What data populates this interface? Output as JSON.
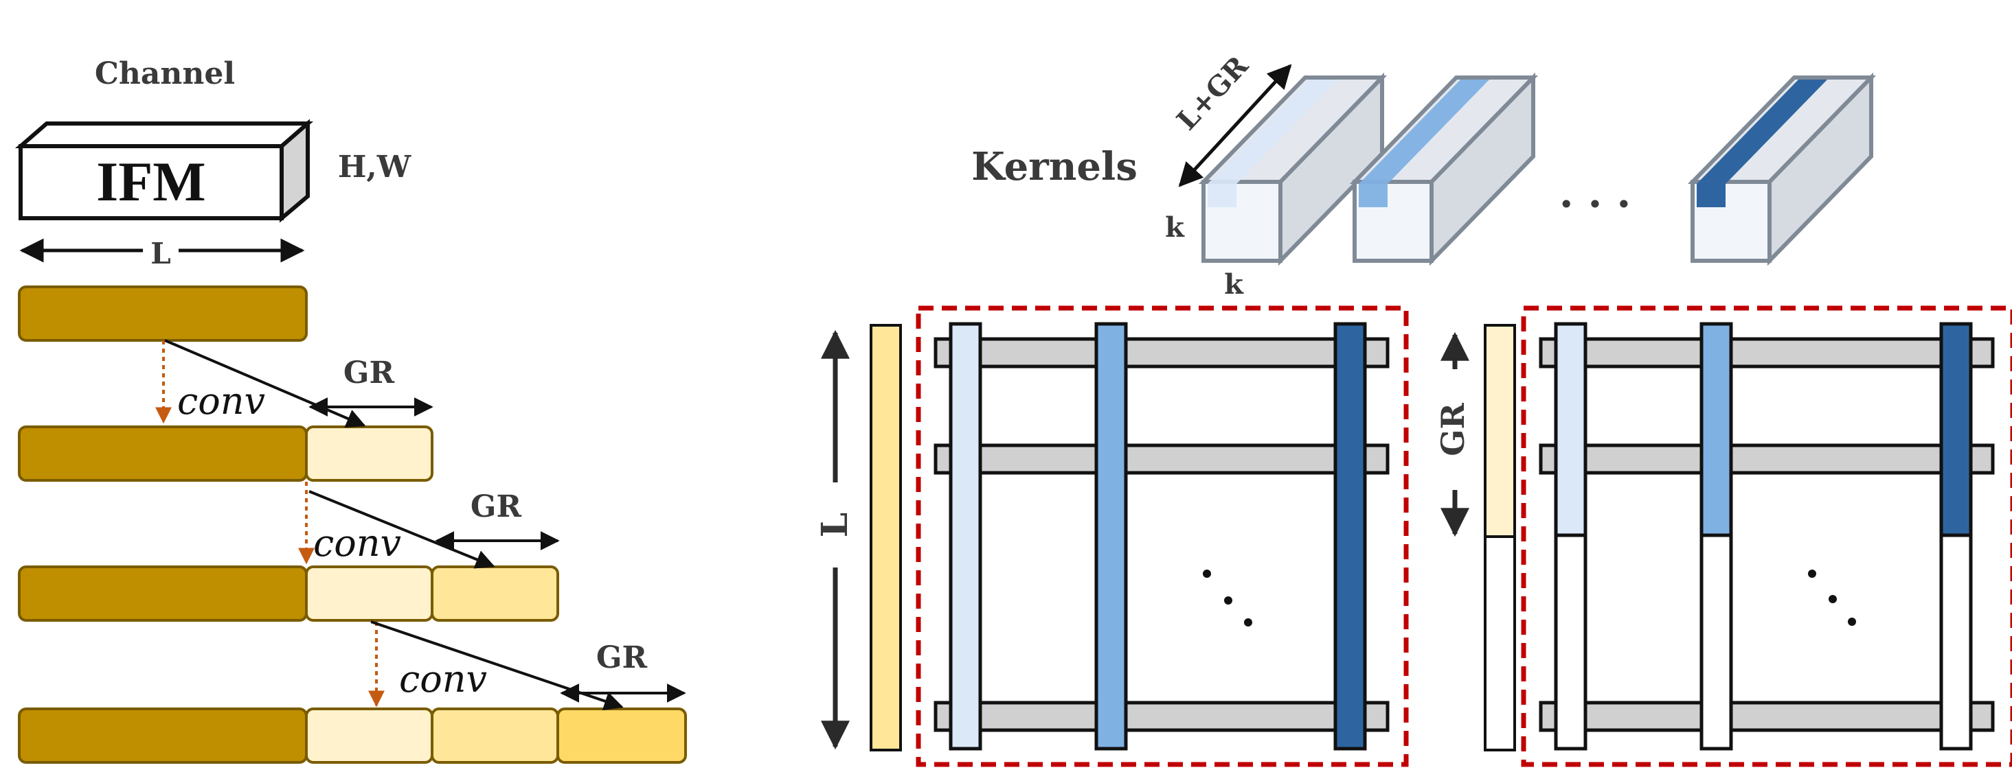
{
  "left": {
    "channel_label": "Channel",
    "ifm_label": "IFM",
    "hw_label": "H,W",
    "l_label": "L",
    "conv_label": "conv",
    "gr_label": "GR"
  },
  "right": {
    "kernels_label": "Kernels",
    "kernel_depth_label": "L+GR",
    "k_label": "k",
    "ellipsis": "· · ·",
    "l_label": "L",
    "gr_label": "GR"
  },
  "colors": {
    "dark_gold": "#bf8f00",
    "pale_yellow": "#fff2cc",
    "mid_yellow": "#ffe699",
    "strong_yellow": "#ffd966",
    "light_blue": "#dae8f8",
    "mid_blue": "#7fb1e3",
    "dark_blue": "#2e65a0",
    "dashed_red": "#c00000",
    "orange_arrow": "#c55a11",
    "row_grey": "#d0d0d0"
  }
}
